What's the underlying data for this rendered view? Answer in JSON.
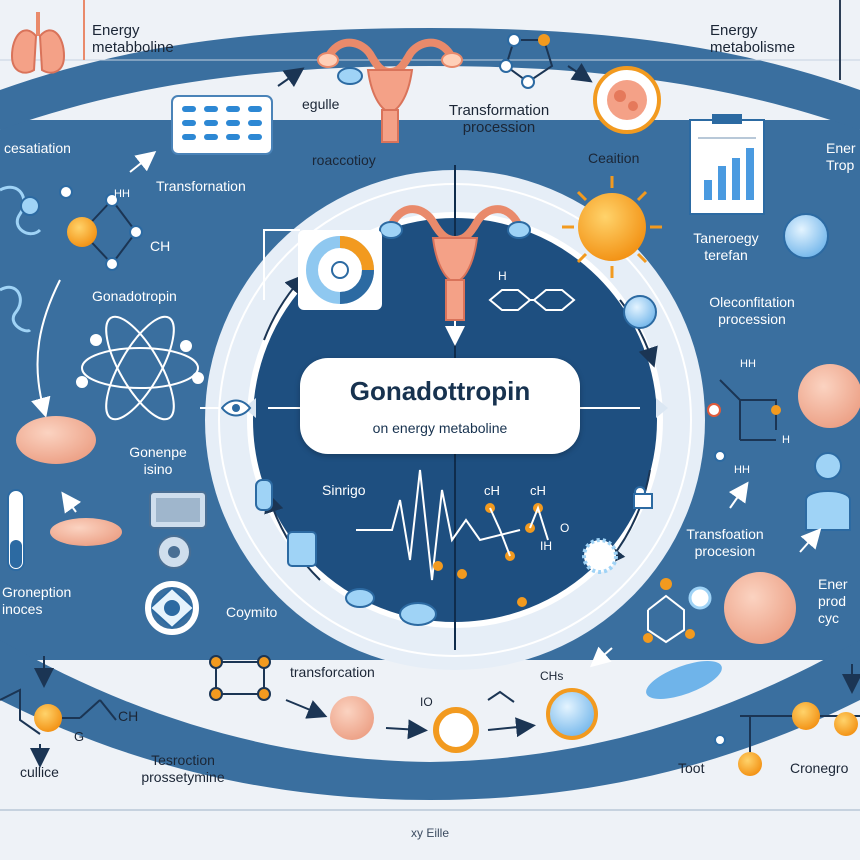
{
  "center": {
    "title": "Gonadottropin",
    "subtitle": "on energy metaboline"
  },
  "labels": {
    "top_left": "Energy\nmetabboline",
    "top_right": "Energy\nmetabolisme",
    "egulle": "egulle",
    "transformation_procession": "Transformation\nprocession",
    "roaccotioy": "roaccotioy",
    "ceaition": "Ceaition",
    "cesatiation": "cesatiation",
    "transfornation": "Transfornation",
    "ch_left": "CH",
    "hh_left": "HH",
    "gonadotropin_left": "Gonadotropin",
    "gonenpe_isino": "Gonenpe\nisino",
    "groneption_inoces": "Groneption\ninoces",
    "coymito": "Coymito",
    "transforcation": "transforcation",
    "io": "IO",
    "ch_bottom_left": "CH",
    "g_bottom_left": "G",
    "cullice": "cullice",
    "tesroction": "Tesroction\nprossetymine",
    "sinrigo": "Sinrigo",
    "h_center": "H",
    "ch_center_1": "cH",
    "ch_center_2": "cH",
    "ih_center": "IH",
    "o_center": "O",
    "taneroegy_terefan": "Taneroegy\nterefan",
    "oleconfitation": "Oleconfitation\nprocession",
    "transfoation_right": "Transfoation\nprocesion",
    "enerpy_right": "Ener\nTrop",
    "energy_prod_cycle": "Ener\nprod\ncyc",
    "hh_right": "HH",
    "h_right": "H",
    "hh_right_2": "HH",
    "toot": "Toot",
    "cronegro": "Cronegro",
    "chs": "CHs",
    "footer": "xy Eille"
  },
  "colors": {
    "outer_ring": "#2f6596",
    "inner_ring_white": "#ffffff",
    "inner_disc": "#1e4f80",
    "background": "#eef2f7",
    "orange": "#f29a1f",
    "salmon": "#f6b49c",
    "light_blue": "#8fc8f0",
    "title_text": "#17324f"
  },
  "icons": [
    "uterus-icon",
    "uterus-icon-center",
    "lungs-icon",
    "sun-orb-icon",
    "clipboard-chart-icon",
    "molecule-icon",
    "cell-icon",
    "person-icon",
    "microscope-slide-icon",
    "monitor-icon",
    "gear-icon",
    "waveform-icon",
    "donut-chart-icon",
    "eye-icon",
    "capsule-icon",
    "test-tube-icon"
  ]
}
